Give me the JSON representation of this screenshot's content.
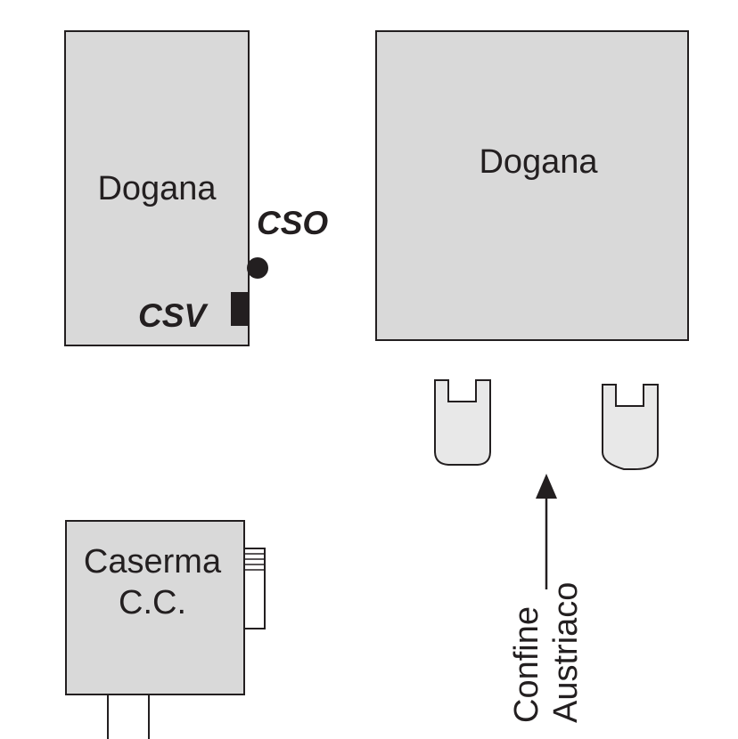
{
  "diagram": {
    "customs_left": {
      "label": "Dogana"
    },
    "customs_right": {
      "label": "Dogana"
    },
    "barracks": {
      "label_line1": "Caserma",
      "label_line2": "C.C."
    },
    "signals": {
      "cso_label": "CSO",
      "csv_label": "CSV"
    },
    "border": {
      "label_line1": "Confine",
      "label_line2": "Austriaco"
    },
    "colors": {
      "building_fill": "#d9d9d9",
      "booth_fill": "#e8e8e8",
      "stroke": "#231f20",
      "text": "#231f20"
    }
  }
}
